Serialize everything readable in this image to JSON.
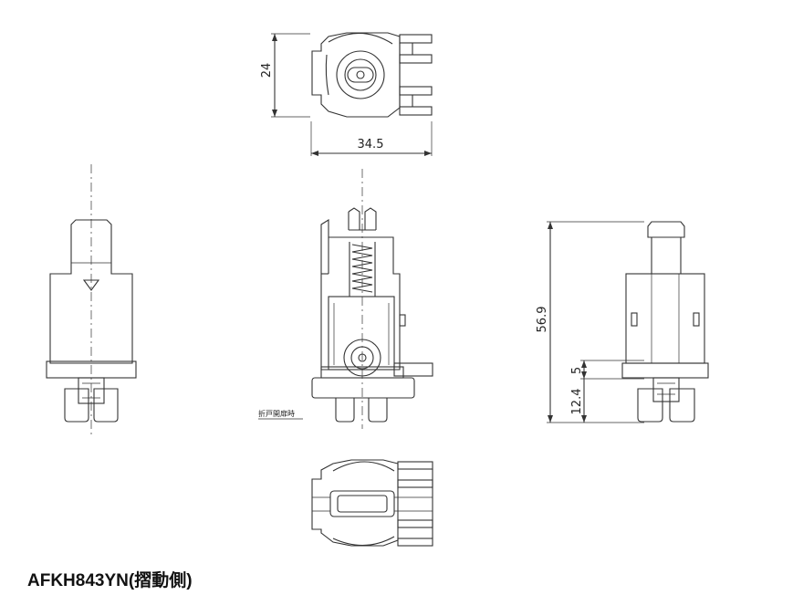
{
  "dimensions": {
    "top_height": "24",
    "top_width": "34.5",
    "side_height": "56.9",
    "side_small": "5",
    "side_lower": "12.4"
  },
  "note": "折戸開扉時",
  "caption": "AFKH843YN(摺動側)"
}
